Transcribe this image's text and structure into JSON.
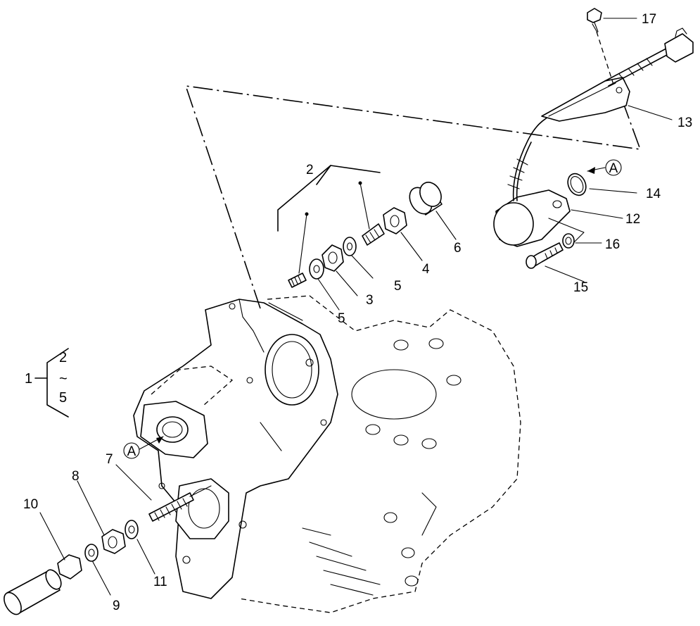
{
  "callouts": {
    "c1": "1",
    "c2": "2",
    "c2b": "2",
    "range_sep": "~",
    "c5b": "5",
    "c3": "3",
    "c4": "4",
    "c5": "5",
    "c5c": "5",
    "c6": "6",
    "c7": "7",
    "c8": "8",
    "c9": "9",
    "c10": "10",
    "c11": "11",
    "c12": "12",
    "c13": "13",
    "c14": "14",
    "c15": "15",
    "c16": "16",
    "c17": "17"
  },
  "refs": {
    "ref_a_top": "A",
    "ref_a_left": "A"
  },
  "colors": {
    "line": "#000000",
    "background": "#ffffff"
  }
}
